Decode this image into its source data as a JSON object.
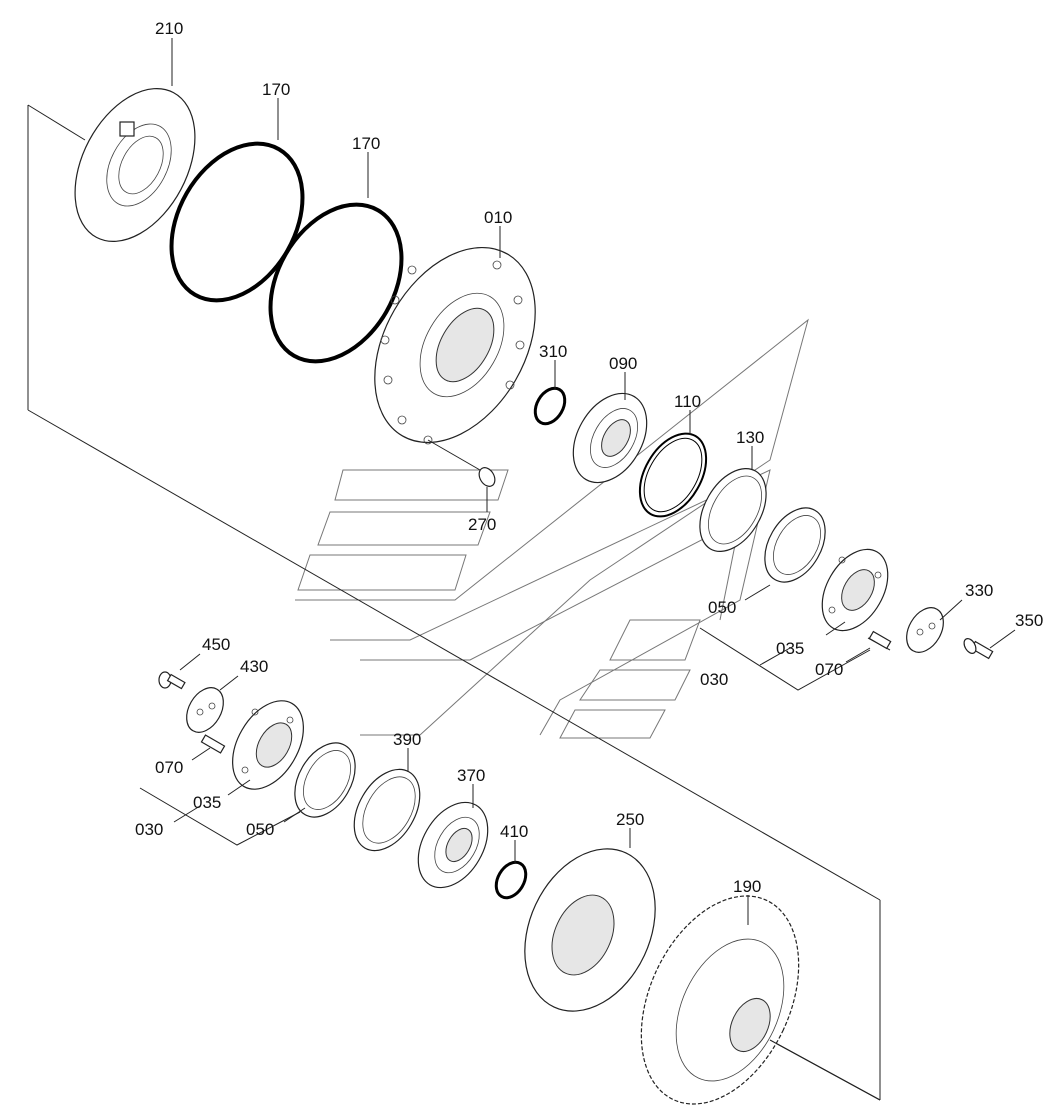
{
  "diagram": {
    "labels": {
      "l210": "210",
      "l170a": "170",
      "l170b": "170",
      "l010": "010",
      "l310": "310",
      "l090": "090",
      "l110": "110",
      "l130": "130",
      "l270": "270",
      "l050r": "050",
      "l330": "330",
      "l350": "350",
      "l035r": "035",
      "l030r": "030",
      "l070r": "070",
      "l450": "450",
      "l430": "430",
      "l070l": "070",
      "l035l": "035",
      "l030l": "030",
      "l050l": "050",
      "l390": "390",
      "l370": "370",
      "l410": "410",
      "l250": "250",
      "l190": "190"
    }
  }
}
